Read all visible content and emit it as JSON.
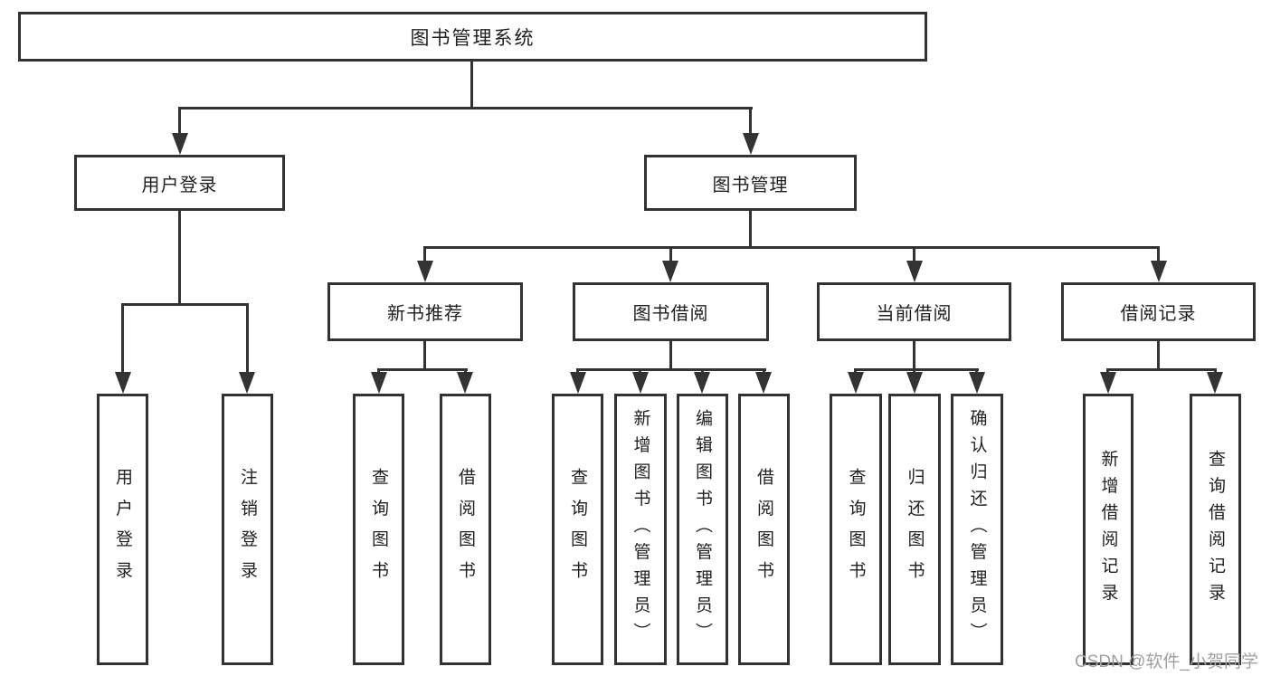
{
  "root": {
    "label": "图书管理系统"
  },
  "level2": {
    "user_login": "用户登录",
    "book_mgmt": "图书管理"
  },
  "level3": {
    "new_books": "新书推荐",
    "book_borrow": "图书借阅",
    "current_borrow": "当前借阅",
    "borrow_records": "借阅记录"
  },
  "leaves": {
    "user_login": [
      "用户登录",
      "注销登录"
    ],
    "new_books": [
      "查询图书",
      "借阅图书"
    ],
    "book_borrow": [
      "查询图书",
      "新增图书（管理员）",
      "编辑图书（管理员）",
      "借阅图书"
    ],
    "current_borrow": [
      "查询图书",
      "归还图书",
      "确认归还（管理员）"
    ],
    "borrow_records": [
      "新增借阅记录",
      "查询借阅记录"
    ]
  },
  "watermark": "CSDN @软件_小贺同学",
  "colors": {
    "line": "#333333",
    "text": "#1f1f1f",
    "box_border": "#323232",
    "watermark": "#a0a0a0",
    "background": "#ffffff"
  }
}
